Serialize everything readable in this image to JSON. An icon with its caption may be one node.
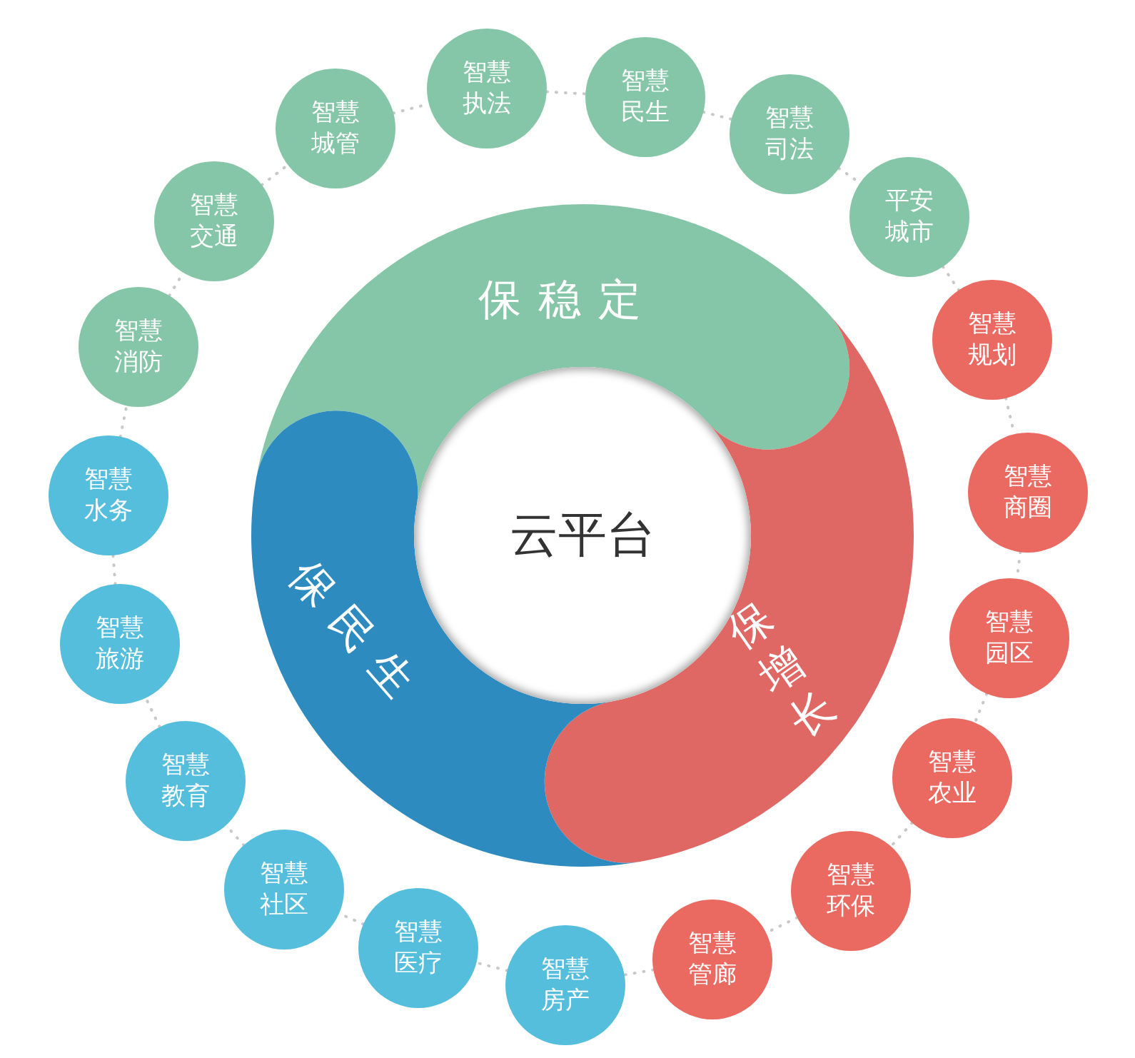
{
  "diagram": {
    "nodes": [
      {
        "text": [
          "智慧执法"
        ]
      },
      {
        "text": [
          "智慧民生"
        ]
      },
      {
        "text": [
          "智慧司法"
        ]
      },
      {
        "text": [
          "平安城市"
        ]
      },
      {
        "text": [
          "智慧规划"
        ]
      },
      {
        "text": [
          "智慧商圈"
        ]
      },
      {
        "text": [
          "智慧园区"
        ]
      },
      {
        "text": [
          "智慧农业"
        ]
      },
      {
        "text": [
          "智慧环保"
        ]
      },
      {
        "text": [
          "智慧管廊"
        ]
      },
      {
        "text": [
          "智慧房产"
        ]
      },
      {
        "text": [
          "智慧医疗"
        ]
      },
      {
        "text": [
          "智慧社区"
        ]
      },
      {
        "text": [
          "智慧教育"
        ]
      },
      {
        "text": [
          "智慧旅游"
        ]
      },
      {
        "text": [
          "智慧水务"
        ]
      },
      {
        "text": [
          "智慧消防"
        ]
      },
      {
        "text": [
          "智慧交通"
        ]
      },
      {
        "text": [
          "智慧城管"
        ]
      },
      {
        "text": [
          "保稳定"
        ]
      },
      {
        "text": [
          "保增长"
        ]
      },
      {
        "text": [
          "保民生"
        ]
      },
      {
        "text": [
          "云平台"
        ]
      }
    ],
    "edges": [
      {
        "from": 0,
        "to": 1,
        "arrow": "none",
        "style": "dashed"
      },
      {
        "from": 1,
        "to": 2,
        "arrow": "none",
        "style": "dashed"
      },
      {
        "from": 2,
        "to": 3,
        "arrow": "none",
        "style": "dashed"
      },
      {
        "from": 3,
        "to": 4,
        "arrow": "none",
        "style": "dashed"
      },
      {
        "from": 4,
        "to": 5,
        "arrow": "none",
        "style": "dashed"
      },
      {
        "from": 5,
        "to": 6,
        "arrow": "none",
        "style": "dashed"
      },
      {
        "from": 6,
        "to": 7,
        "arrow": "none",
        "style": "dashed"
      },
      {
        "from": 7,
        "to": 8,
        "arrow": "none",
        "style": "dashed"
      },
      {
        "from": 8,
        "to": 9,
        "arrow": "none",
        "style": "dashed"
      },
      {
        "from": 9,
        "to": 10,
        "arrow": "none",
        "style": "dashed"
      },
      {
        "from": 10,
        "to": 11,
        "arrow": "none",
        "style": "dashed"
      },
      {
        "from": 11,
        "to": 12,
        "arrow": "none",
        "style": "dashed"
      },
      {
        "from": 12,
        "to": 13,
        "arrow": "none",
        "style": "dashed"
      },
      {
        "from": 13,
        "to": 14,
        "arrow": "none",
        "style": "dashed"
      },
      {
        "from": 14,
        "to": 15,
        "arrow": "none",
        "style": "dashed"
      },
      {
        "from": 15,
        "to": 16,
        "arrow": "none",
        "style": "dashed"
      },
      {
        "from": 16,
        "to": 17,
        "arrow": "none",
        "style": "dashed"
      },
      {
        "from": 17,
        "to": 18,
        "arrow": "none",
        "style": "dashed"
      },
      {
        "from": 18,
        "to": 0,
        "arrow": "none",
        "style": "dashed"
      }
    ]
  }
}
